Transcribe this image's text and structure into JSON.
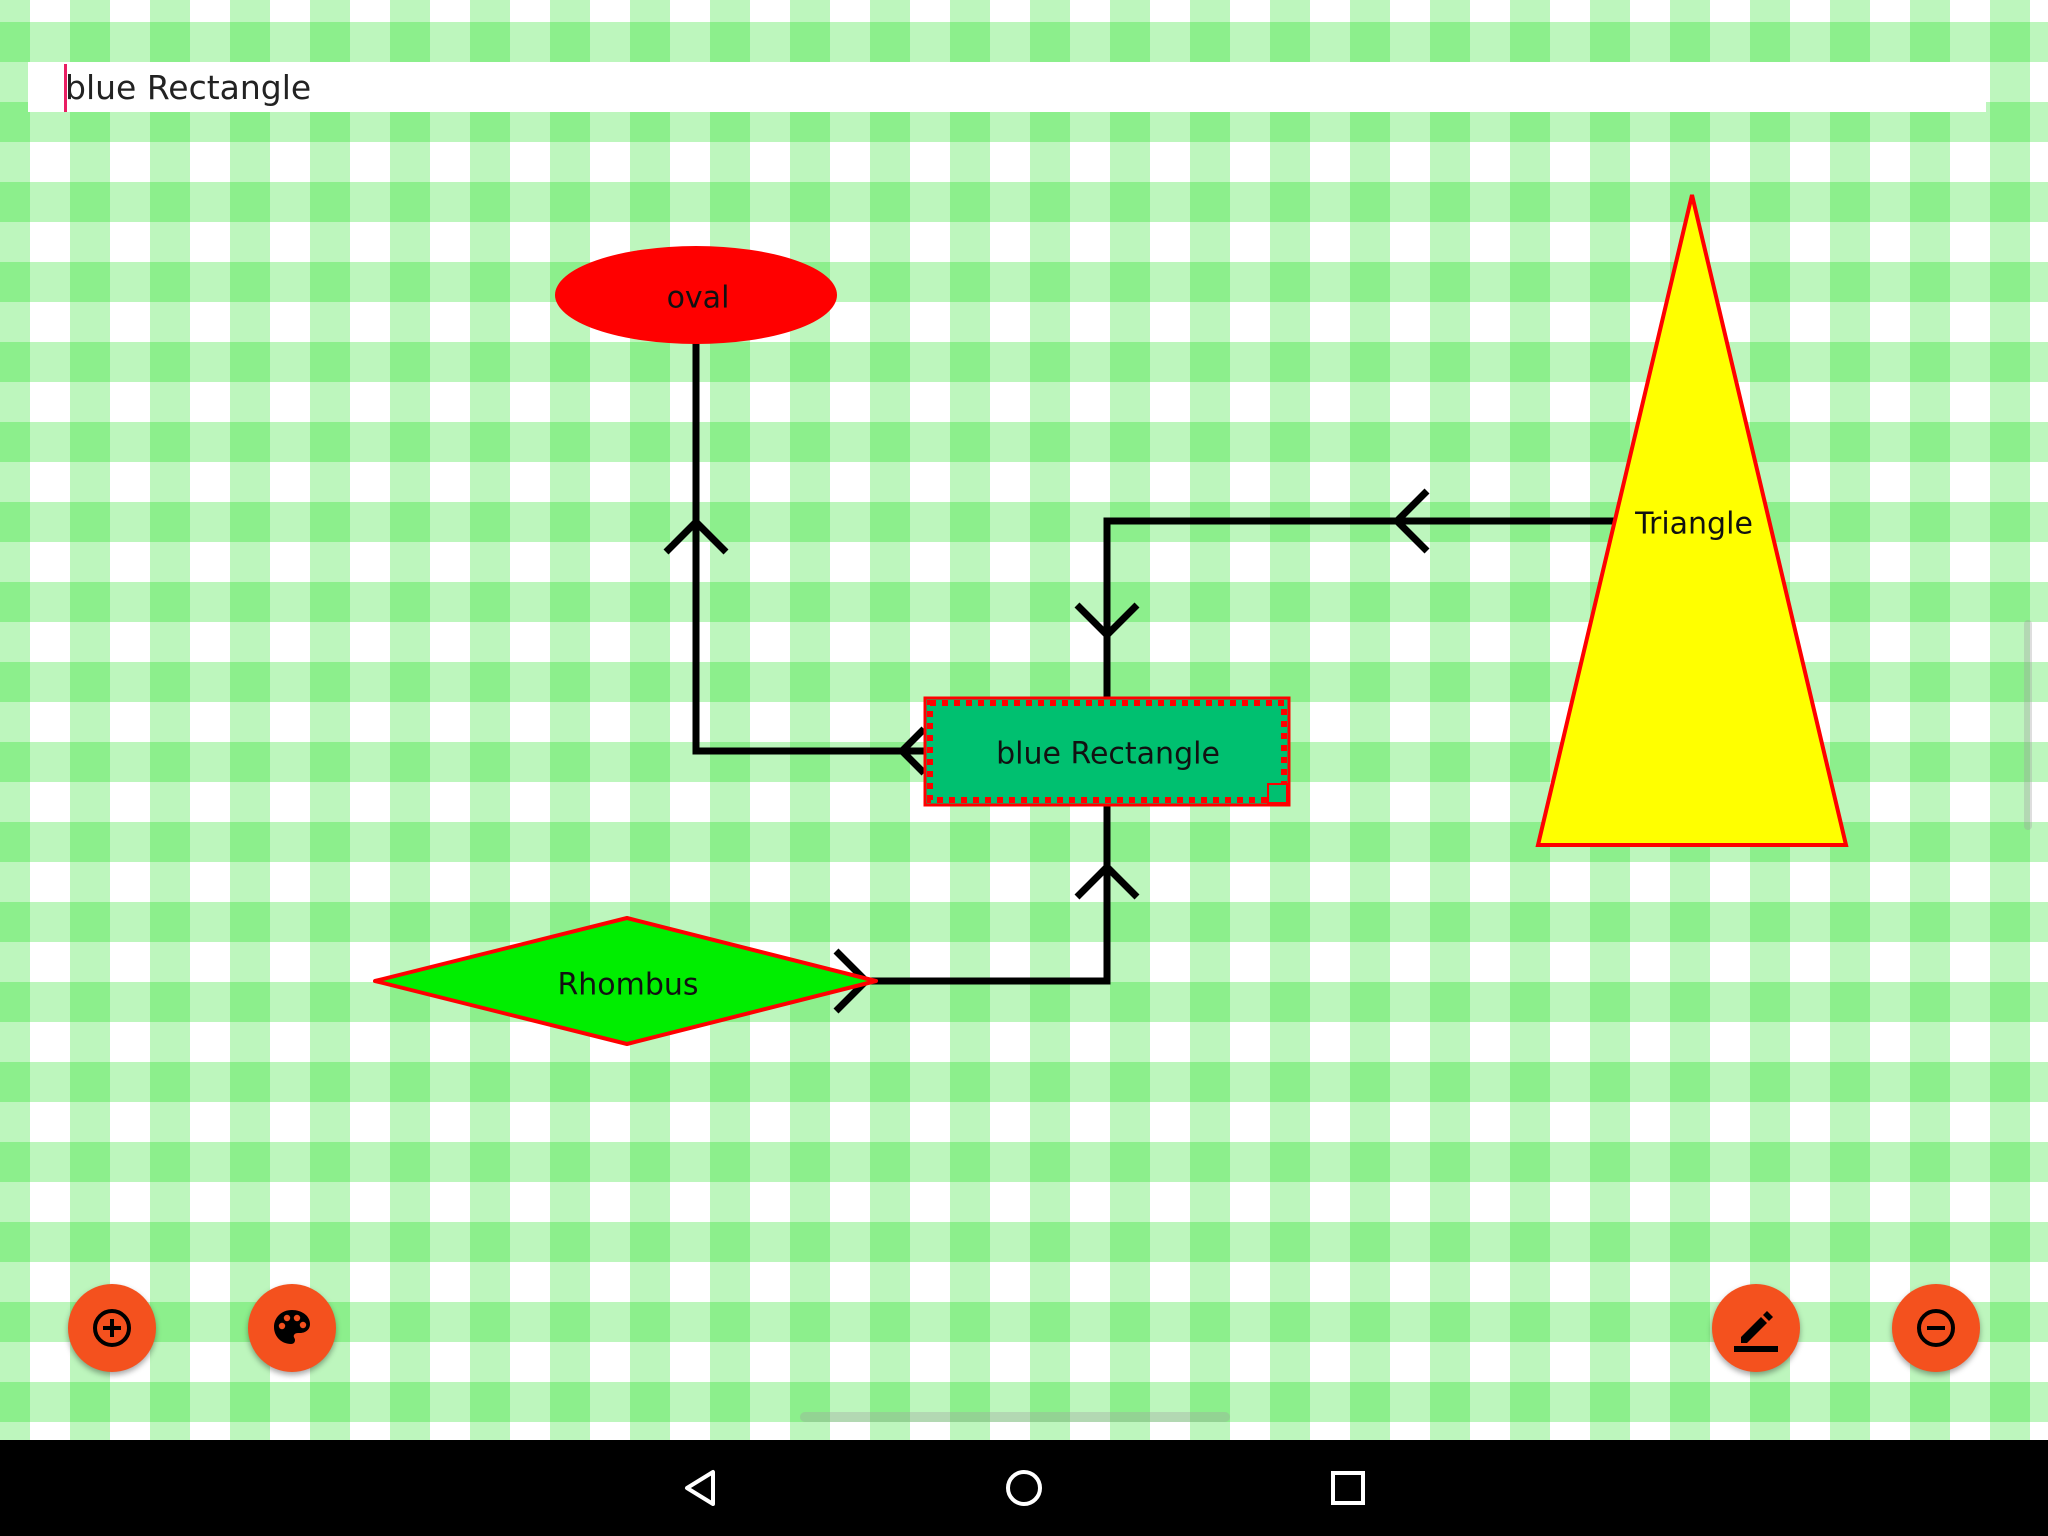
{
  "title_field": {
    "value": "blue Rectangle"
  },
  "shapes": {
    "oval": {
      "label": "oval",
      "fill": "#ff0000"
    },
    "rectangle": {
      "label": "blue Rectangle",
      "fill": "#00c070",
      "border": "#ff0000"
    },
    "triangle": {
      "label": "Triangle",
      "fill": "#ffff00",
      "border": "#ff0000"
    },
    "rhombus": {
      "label": "Rhombus",
      "fill": "#00ee00",
      "border": "#ff0000"
    }
  },
  "connectors": [
    {
      "from": "rectangle",
      "to": "oval"
    },
    {
      "from": "triangle",
      "to": "rectangle"
    },
    {
      "from": "rhombus",
      "to": "rectangle"
    }
  ],
  "fab_buttons": [
    {
      "name": "add",
      "icon": "add-circle-icon"
    },
    {
      "name": "palette",
      "icon": "palette-icon"
    },
    {
      "name": "edit",
      "icon": "edit-icon"
    },
    {
      "name": "remove",
      "icon": "remove-circle-icon"
    }
  ],
  "colors": {
    "fab": "#f4511e",
    "background_check": "#7dff7d",
    "connector": "#000000"
  },
  "nav_bar": {
    "icons": [
      "back-icon",
      "home-icon",
      "recents-icon"
    ]
  }
}
